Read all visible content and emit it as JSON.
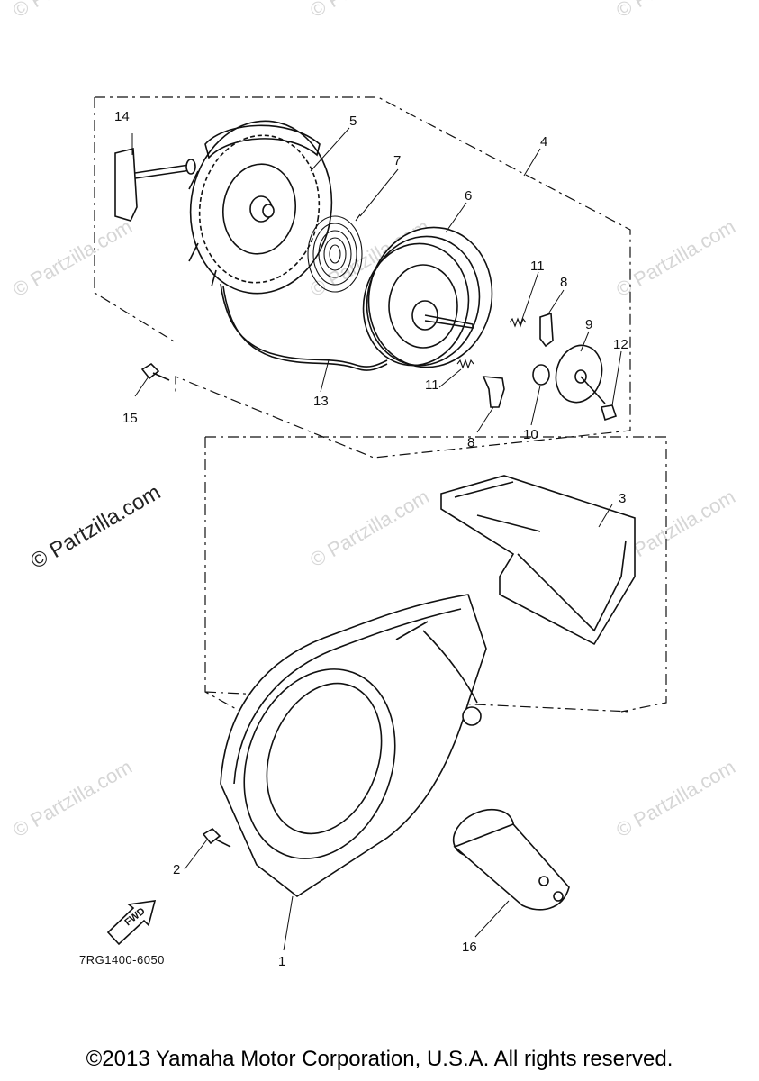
{
  "diagram": {
    "part_code": "7RG1400-6050",
    "fwd_label": "FWD",
    "copyright": "©2013 Yamaha Motor Corporation, U.S.A. All rights reserved.",
    "watermark_main": "© Partzilla.com",
    "watermark_faint": "© Partzilla.com",
    "callouts": {
      "c1": "1",
      "c2": "2",
      "c3": "3",
      "c4": "4",
      "c5": "5",
      "c6": "6",
      "c7": "7",
      "c8a": "8",
      "c8b": "8",
      "c9": "9",
      "c10": "10",
      "c11a": "11",
      "c11b": "11",
      "c12": "12",
      "c13": "13",
      "c14": "14",
      "c15": "15",
      "c16": "16"
    }
  }
}
